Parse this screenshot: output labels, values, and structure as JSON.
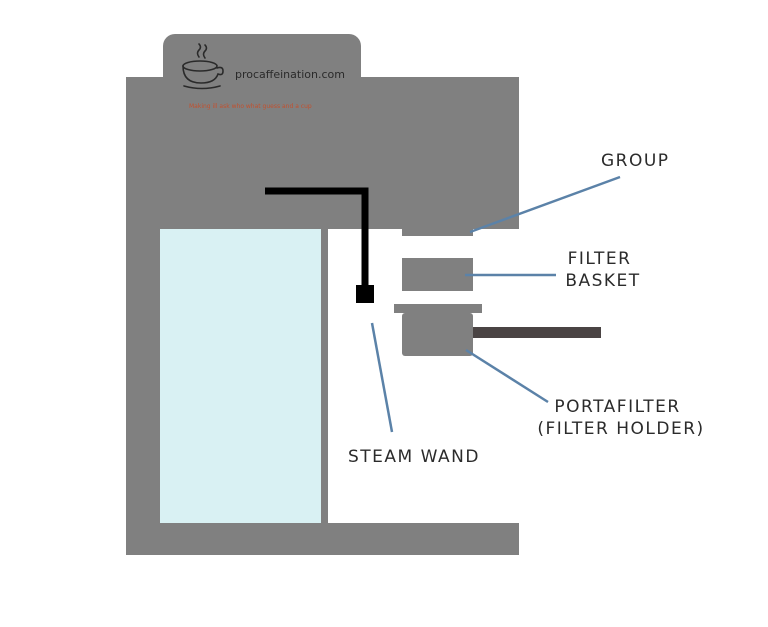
{
  "brand": {
    "name": "procaffeination.com",
    "tagline": "Making ill ask who what guess and a cup",
    "icon": "coffee-cup-icon"
  },
  "labels": {
    "group": "GROUP",
    "filter_basket": [
      "FILTER",
      "BASKET"
    ],
    "portafilter": [
      "PORTAFILTER",
      "(FILTER HOLDER)"
    ],
    "steam_wand": "STEAM WAND"
  },
  "colors": {
    "machine_body": "#808080",
    "water_tank": "#d9f1f3",
    "steam_wand": "#000000",
    "portafilter_handle": "#4a4444",
    "leader_line": "#5b82a8",
    "label_text": "#2b2b2b",
    "tagline": "#c2502e",
    "background": "#ffffff"
  }
}
